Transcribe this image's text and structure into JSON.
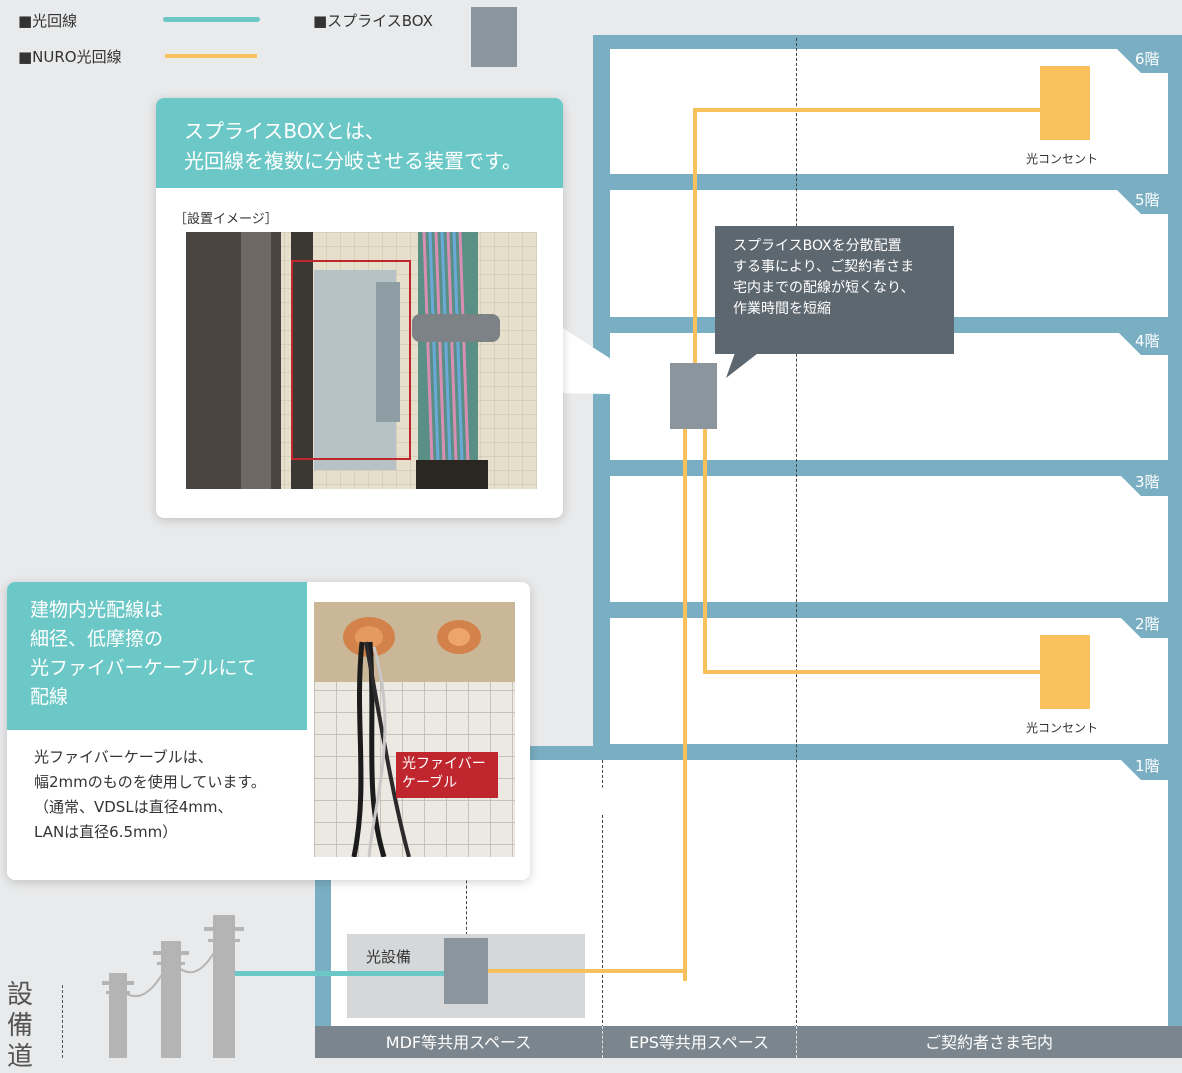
{
  "legend": {
    "fiber_line": "■光回線",
    "nuro_line": "■NURO光回線",
    "splice_box": "■スプライスBOX"
  },
  "floors": [
    "6階",
    "5階",
    "4階",
    "3階",
    "2階",
    "1階"
  ],
  "outlet_label": "光コンセント",
  "splice_note": "スプライスBOXを分散配置\nする事により、ご契約者さま\n宅内までの配線が短くなり、\n作業時間を短縮",
  "callout_top": {
    "title": "スプライスBOXとは、\n光回線を複数に分岐させる装置です。",
    "photo_caption": "［設置イメージ］"
  },
  "callout_bottom": {
    "title": "建物内光配線は\n細径、低摩擦の\n光ファイバーケーブルにて\n配線",
    "body": "光ファイバーケーブルは、\n幅2mmのものを使用しています。\n（通常、VDSLは直径4mm、\nLANは直径6.5mm）",
    "photo_tag": "光ファイバー\nケーブル"
  },
  "equipment_label": "光設備",
  "zones": [
    "MDF等共用スペース",
    "EPS等共用スペース",
    "ご契約者さま宅内"
  ],
  "side_label": "設備道",
  "colors": {
    "fiber": "#6cc8c6",
    "nuro": "#f9c15c",
    "building": "#7aaec3",
    "splice": "#8a959e"
  }
}
